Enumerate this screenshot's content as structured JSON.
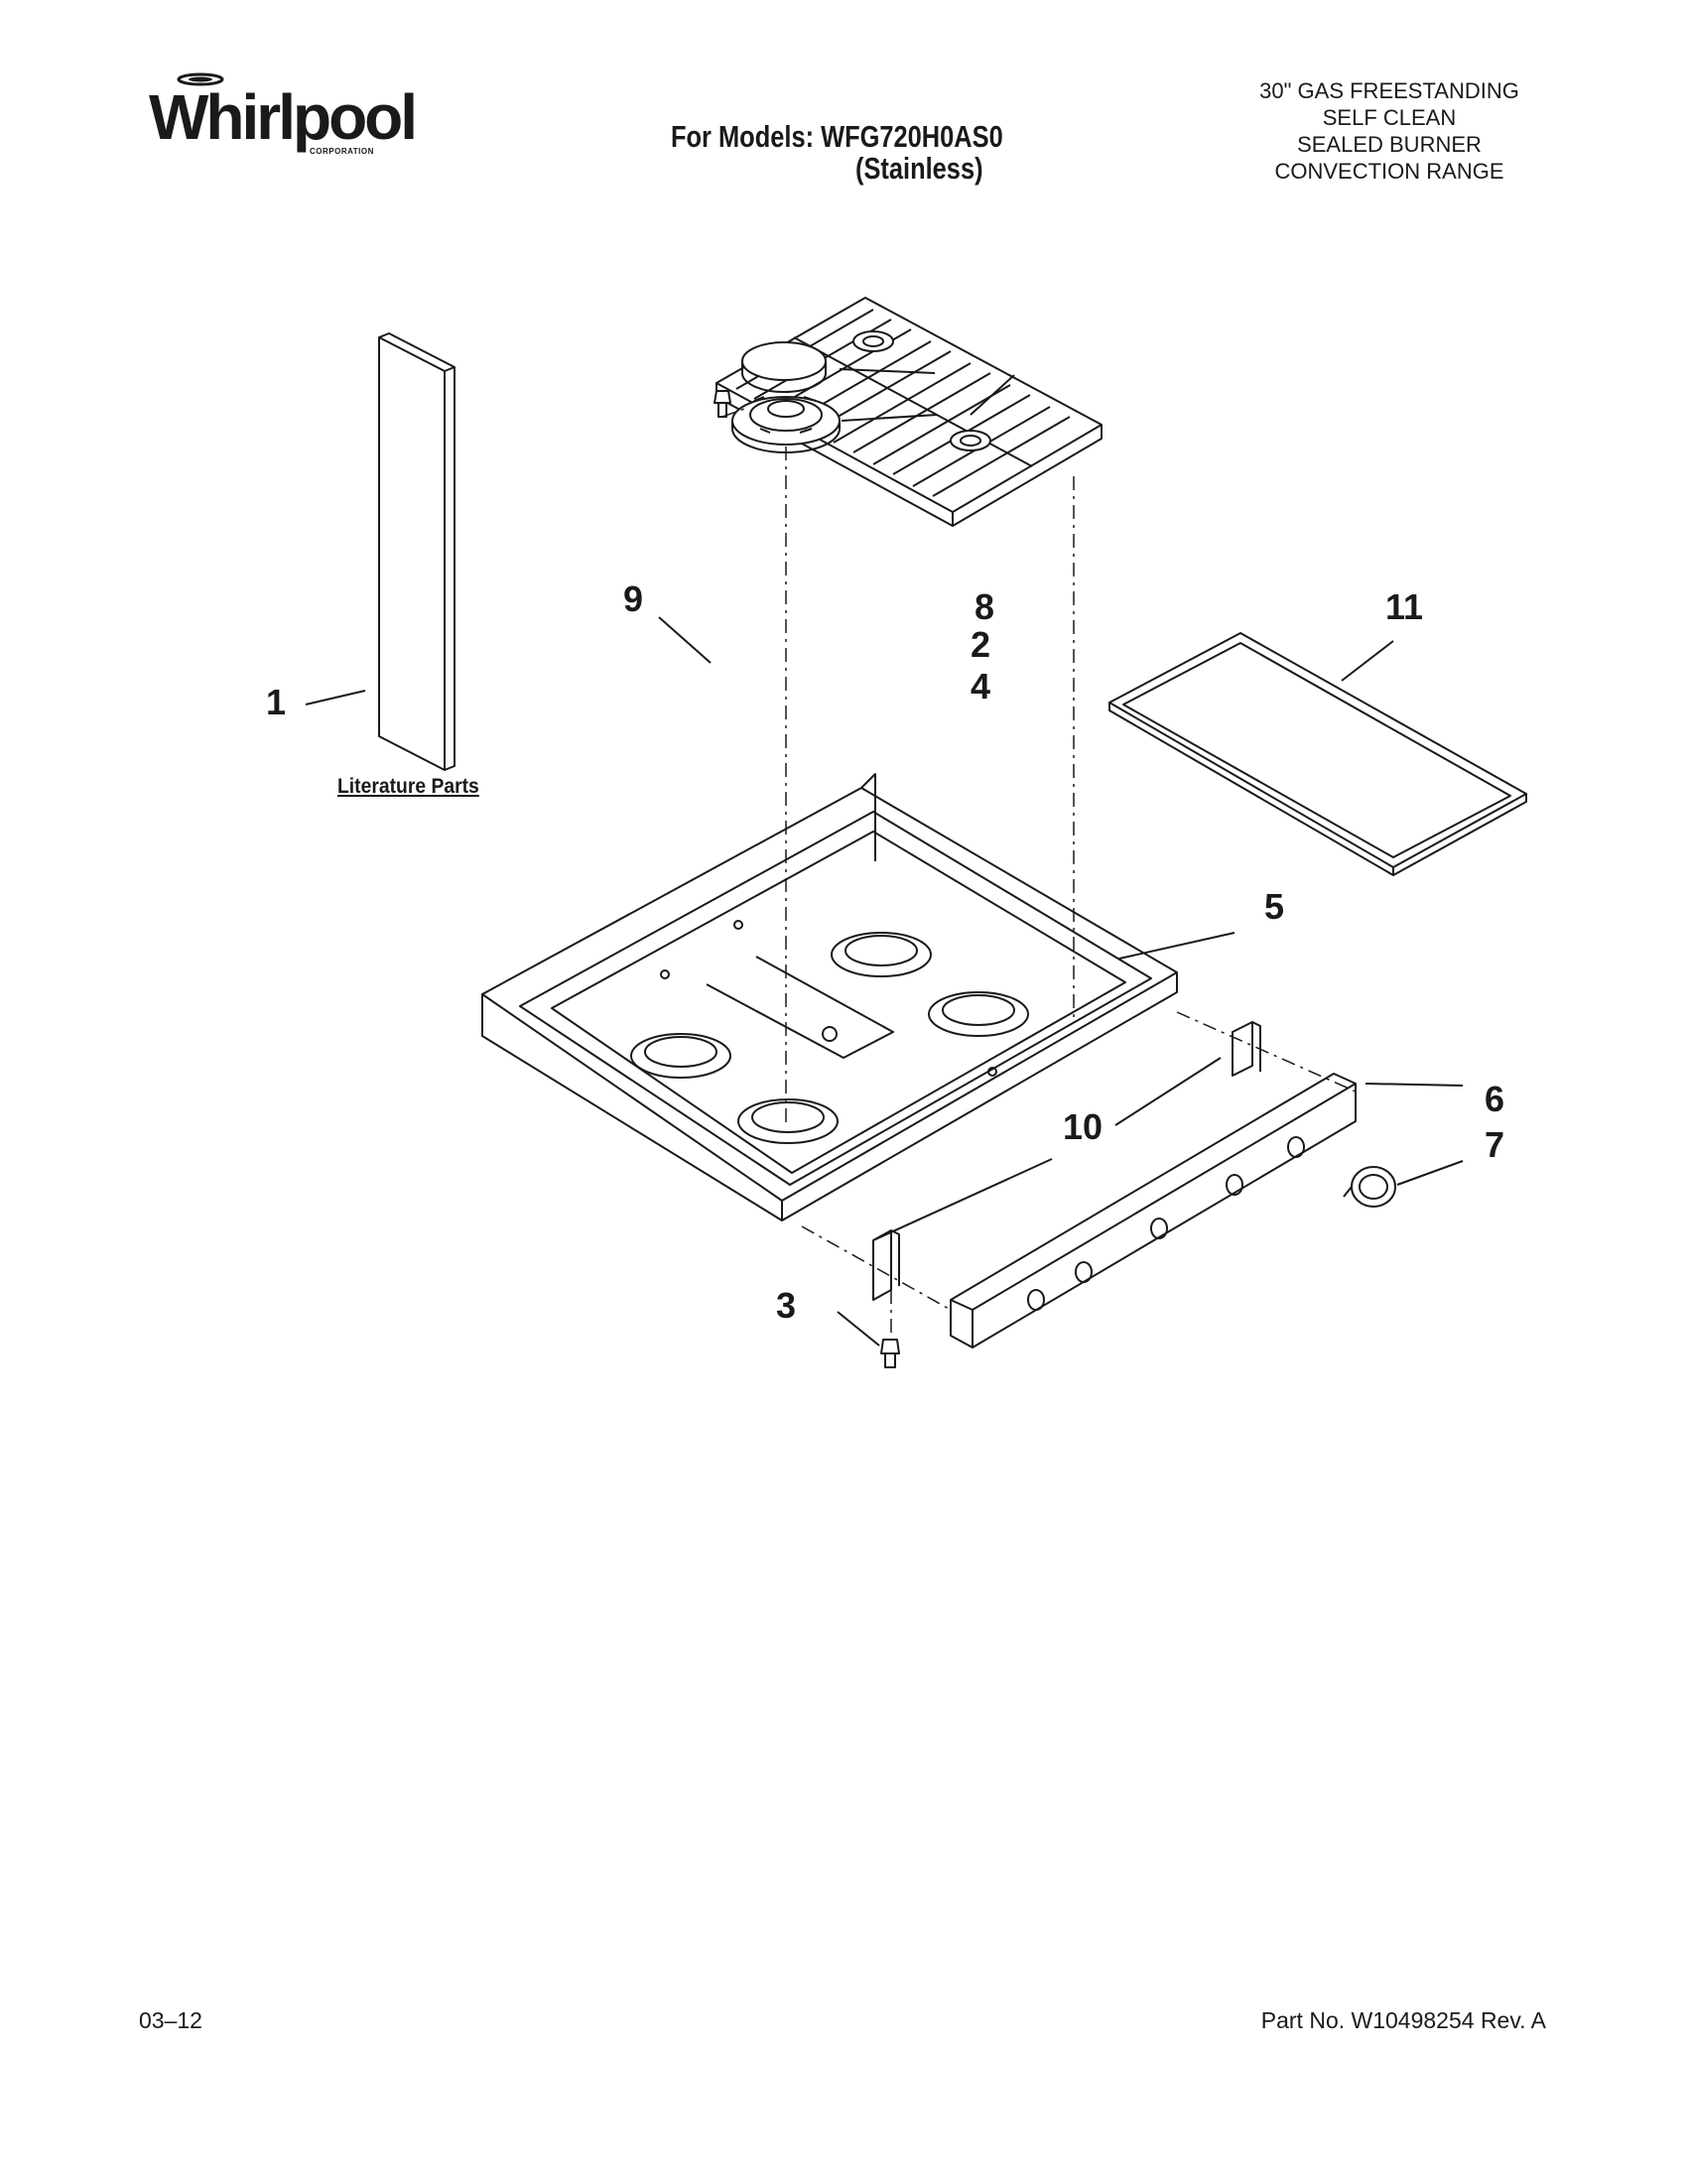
{
  "brand": {
    "name": "Whirlpool",
    "sub": "CORPORATION"
  },
  "header": {
    "models_line": "For Models: WFG720H0AS0",
    "finish": "(Stainless)",
    "description": [
      "30\" GAS FREESTANDING",
      "SELF CLEAN",
      "SEALED BURNER",
      "CONVECTION RANGE"
    ]
  },
  "literature_label": "Literature Parts",
  "callouts": [
    "1",
    "2",
    "3",
    "4",
    "5",
    "6",
    "7",
    "8",
    "9",
    "10",
    "11"
  ],
  "footer": {
    "date": "03–12",
    "part_no": "Part No. W10498254 Rev. A"
  }
}
